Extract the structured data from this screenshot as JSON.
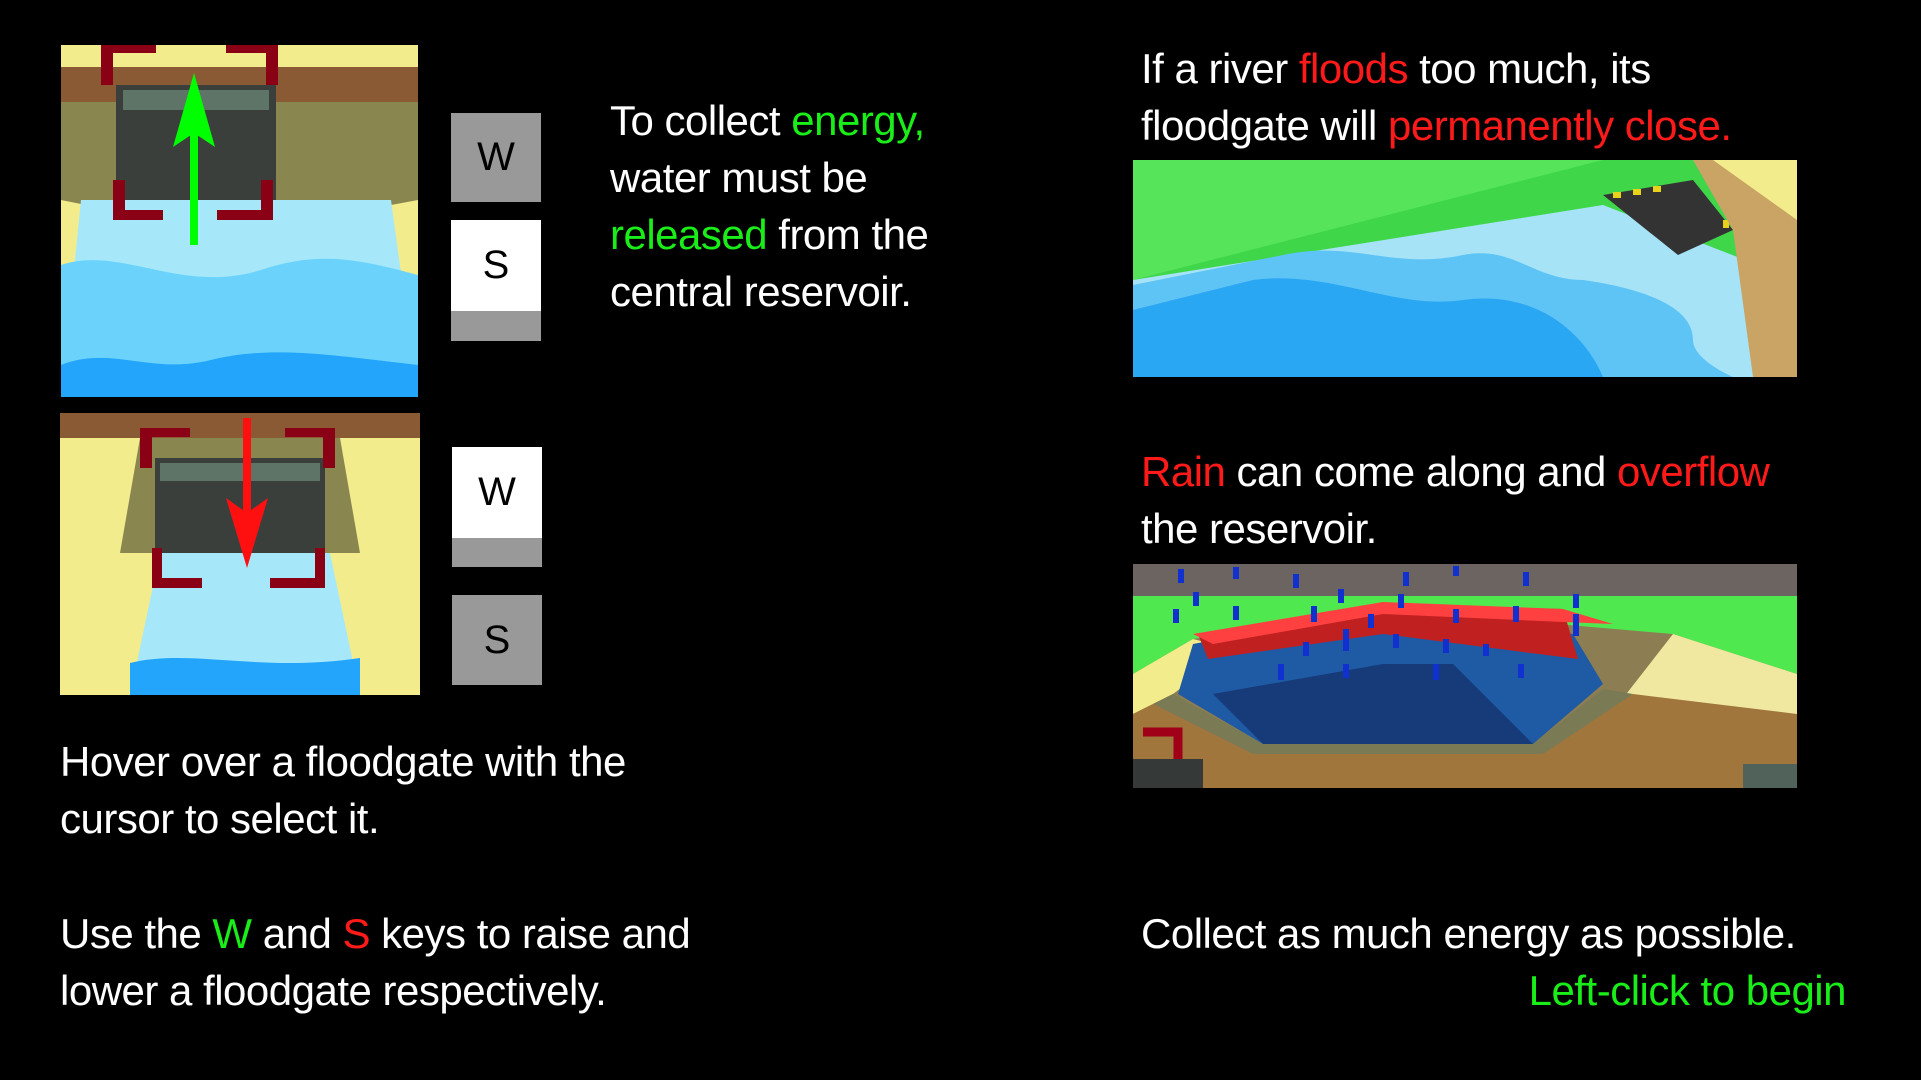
{
  "left": {
    "intro": {
      "pre": "To collect ",
      "energy": "energy,",
      "line2": "water must be",
      "released": "released",
      "post": " from the",
      "line4": "central reservoir."
    },
    "keys_raise": {
      "w": "W",
      "s": "S"
    },
    "keys_lower": {
      "w": "W",
      "s": "S"
    },
    "hover": {
      "line1": "Hover over a floodgate with the",
      "line2": "cursor to select it."
    },
    "keys_text": {
      "pre": "Use the ",
      "w": "W",
      "mid": " and ",
      "s": "S",
      "post": " keys to raise and",
      "line2": "lower a floodgate respectively."
    }
  },
  "right": {
    "flood": {
      "pre": "If a river ",
      "floods": "floods",
      "post": " too much, its",
      "line2_pre": "floodgate will ",
      "permanently": "permanently close."
    },
    "rain": {
      "rain": "Rain",
      "mid": " can come along and ",
      "overflow": "overflow",
      "line2": "the reservoir."
    },
    "goal": "Collect as much energy as possible.",
    "begin": "Left-click to begin"
  },
  "colors": {
    "green": "#19ee19",
    "red": "#ff1a1a",
    "key_gray": "#999999"
  }
}
